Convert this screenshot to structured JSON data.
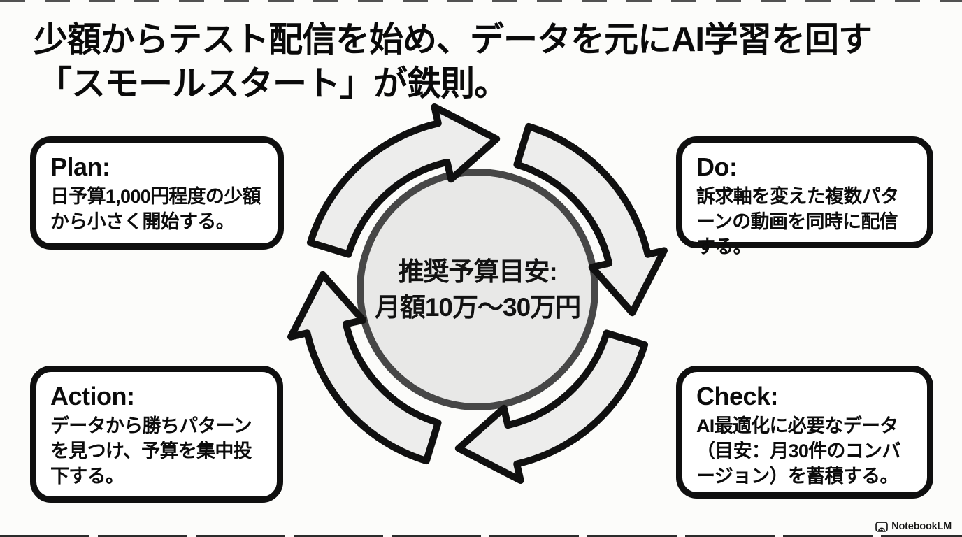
{
  "title": {
    "line1": "少額からテスト配信を始め、データを元にAI学習を回す",
    "line2": "「スモールスタート」が鉄則。"
  },
  "cycle": {
    "direction": "clockwise",
    "center": {
      "line1": "推奨予算目安:",
      "line2": "月額10万〜30万円"
    },
    "steps": [
      {
        "id": "plan",
        "label": "Plan:",
        "description": "日予算1,000円程度の少額から小さく開始する。",
        "position": "top-left"
      },
      {
        "id": "do",
        "label": "Do:",
        "description": "訴求軸を変えた複数パターンの動画を同時に配信する。",
        "position": "top-right"
      },
      {
        "id": "check",
        "label": "Check:",
        "description": "AI最適化に必要なデータ（目安：月30件のコンバージョン）を蓄積する。",
        "position": "bottom-right"
      },
      {
        "id": "action",
        "label": "Action:",
        "description": "データから勝ちパターンを見つけ、予算を集中投下する。",
        "position": "bottom-left"
      }
    ]
  },
  "branding": {
    "label": "NotebookLM",
    "icon": "notebooklm-logo"
  },
  "colors": {
    "background": "#fcfcfa",
    "ink": "#0c0c0c",
    "box_fill": "#ffffff",
    "arrow_fill": "#ededec",
    "hub_fill": "#e8e8e7",
    "hub_border": "#474747"
  }
}
